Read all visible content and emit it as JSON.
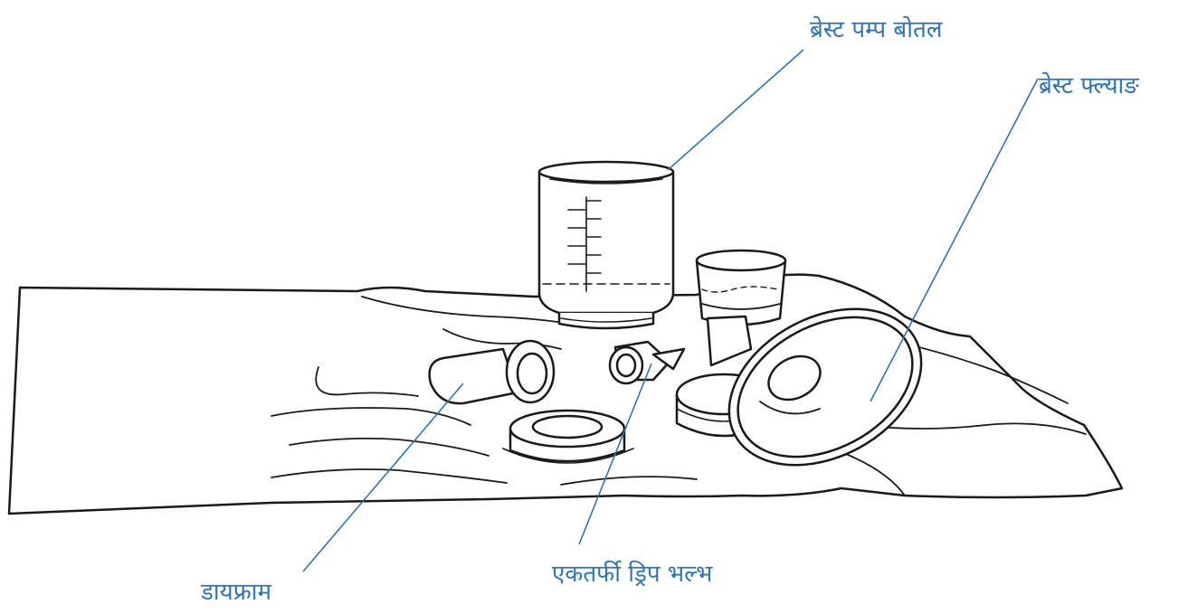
{
  "colors": {
    "label": "#2e74b5",
    "leader": "#2e74b5",
    "ink": "#1a1a1a"
  },
  "labels": {
    "bottle": "ब्रेस्ट पम्प बोतल",
    "flange": "ब्रेस्ट फ्ल्याङ",
    "diaphragm": "डायफ्राम",
    "valve": "एकतर्फी ड्रिप भल्भ"
  }
}
